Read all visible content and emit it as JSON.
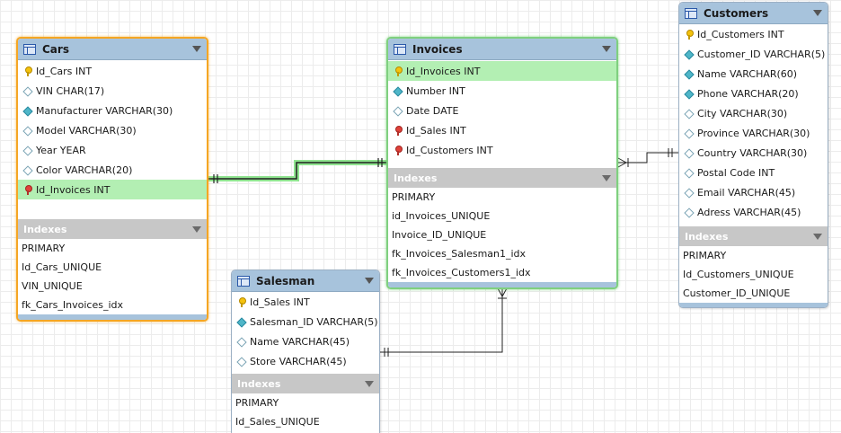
{
  "tables": {
    "cars": {
      "title": "Cars",
      "columns": [
        {
          "label": "Id_Cars INT",
          "icon": "primary-key-icon"
        },
        {
          "label": "VIN CHAR(17)",
          "icon": "column-icon"
        },
        {
          "label": "Manufacturer VARCHAR(30)",
          "icon": "not-null-column-icon"
        },
        {
          "label": "Model VARCHAR(30)",
          "icon": "column-icon"
        },
        {
          "label": "Year YEAR",
          "icon": "column-icon"
        },
        {
          "label": "Color VARCHAR(20)",
          "icon": "column-icon"
        },
        {
          "label": "Id_Invoices INT",
          "icon": "foreign-key-icon"
        }
      ],
      "indexes_label": "Indexes",
      "indexes": [
        "PRIMARY",
        "Id_Cars_UNIQUE",
        "VIN_UNIQUE",
        "fk_Cars_Invoices_idx"
      ]
    },
    "invoices": {
      "title": "Invoices",
      "columns": [
        {
          "label": "Id_Invoices INT",
          "icon": "primary-key-icon"
        },
        {
          "label": "Number INT",
          "icon": "not-null-column-icon"
        },
        {
          "label": "Date DATE",
          "icon": "column-icon"
        },
        {
          "label": "Id_Sales INT",
          "icon": "foreign-key-icon"
        },
        {
          "label": "Id_Customers INT",
          "icon": "foreign-key-icon"
        }
      ],
      "indexes_label": "Indexes",
      "indexes": [
        "PRIMARY",
        "id_Invoices_UNIQUE",
        "Invoice_ID_UNIQUE",
        "fk_Invoices_Salesman1_idx",
        "fk_Invoices_Customers1_idx"
      ]
    },
    "customers": {
      "title": "Customers",
      "columns": [
        {
          "label": "Id_Customers INT",
          "icon": "primary-key-icon"
        },
        {
          "label": "Customer_ID VARCHAR(5)",
          "icon": "not-null-column-icon"
        },
        {
          "label": "Name VARCHAR(60)",
          "icon": "not-null-column-icon"
        },
        {
          "label": "Phone VARCHAR(20)",
          "icon": "not-null-column-icon"
        },
        {
          "label": "City VARCHAR(30)",
          "icon": "column-icon"
        },
        {
          "label": "Province VARCHAR(30)",
          "icon": "column-icon"
        },
        {
          "label": "Country VARCHAR(30)",
          "icon": "column-icon"
        },
        {
          "label": "Postal Code INT",
          "icon": "column-icon"
        },
        {
          "label": "Email VARCHAR(45)",
          "icon": "column-icon"
        },
        {
          "label": "Adress VARCHAR(45)",
          "icon": "column-icon"
        }
      ],
      "indexes_label": "Indexes",
      "indexes": [
        "PRIMARY",
        "Id_Customers_UNIQUE",
        "Customer_ID_UNIQUE"
      ]
    },
    "salesman": {
      "title": "Salesman",
      "columns": [
        {
          "label": "Id_Sales INT",
          "icon": "primary-key-icon"
        },
        {
          "label": "Salesman_ID VARCHAR(5)",
          "icon": "not-null-column-icon"
        },
        {
          "label": "Name VARCHAR(45)",
          "icon": "column-icon"
        },
        {
          "label": "Store VARCHAR(45)",
          "icon": "column-icon"
        }
      ],
      "indexes_label": "Indexes",
      "indexes": [
        "PRIMARY",
        "Id_Sales_UNIQUE"
      ]
    }
  },
  "relationships": [
    {
      "from": "Cars",
      "to": "Invoices",
      "selected": true
    },
    {
      "from": "Invoices",
      "to": "Customers",
      "selected": false
    },
    {
      "from": "Invoices",
      "to": "Salesman",
      "selected": false
    }
  ],
  "colors": {
    "header": "#a7c3dc",
    "highlight_row": "#b3efb3",
    "selected_orange": "#f5a623",
    "selected_green": "#7fd07f",
    "index_header": "#c7c7c7"
  }
}
